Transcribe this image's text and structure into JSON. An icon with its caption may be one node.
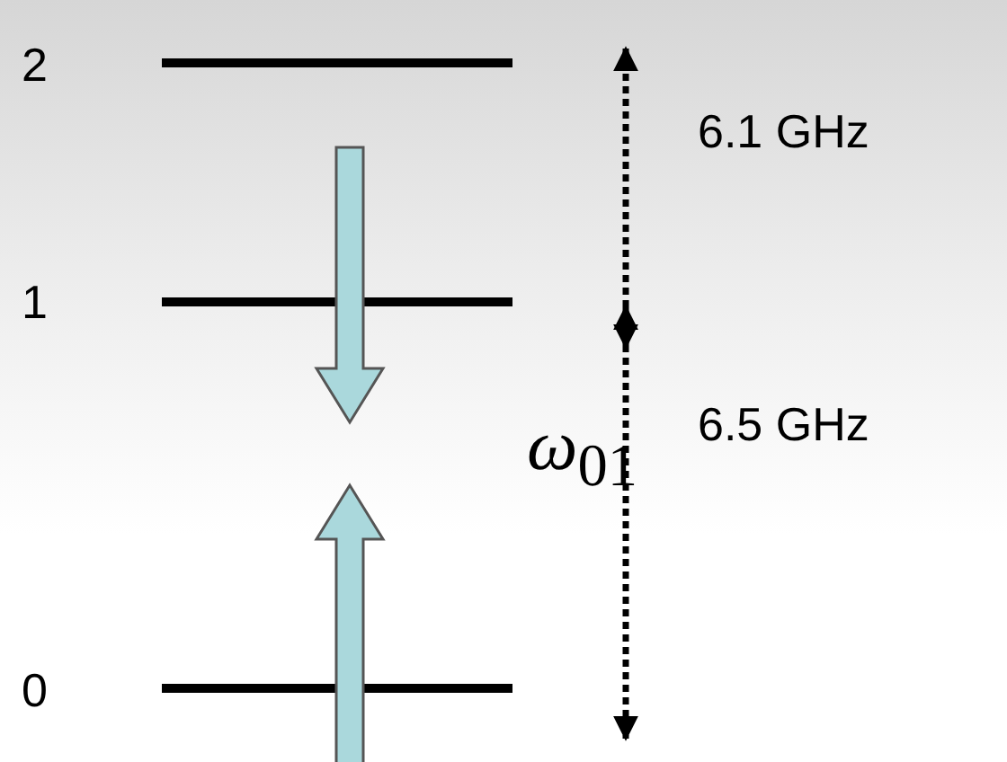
{
  "diagram": {
    "labels": [
      "2",
      "6.1 GHz",
      "1",
      "*ω*$_{01}$",
      "6.5 GHz",
      "0"
    ]
  }
}
